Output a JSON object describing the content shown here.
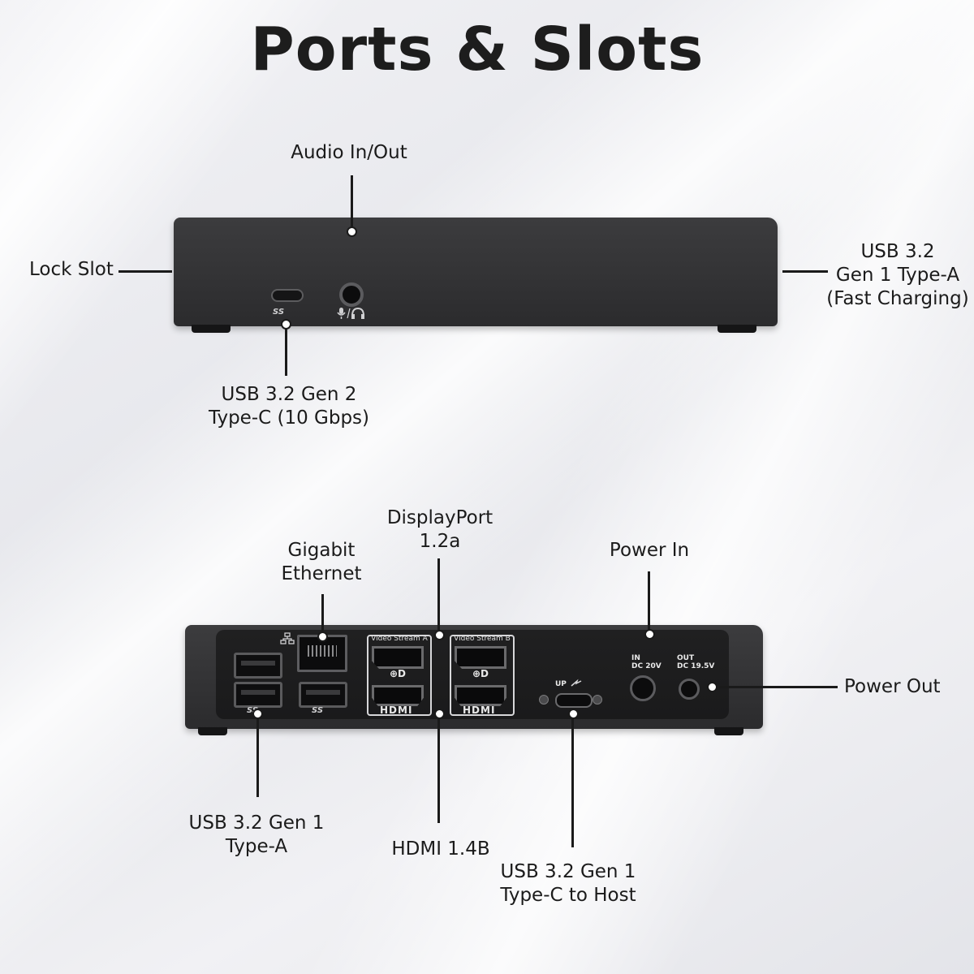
{
  "title": "Ports & Slots",
  "top_view": {
    "labels": {
      "audio": "Audio In/Out",
      "lock": "Lock Slot",
      "usba_fast_l1": "USB 3.2",
      "usba_fast_l2": "Gen 1 Type-A",
      "usba_fast_l3": "(Fast Charging)",
      "usbc_gen2_l1": "USB 3.2 Gen 2",
      "usbc_gen2_l2": "Type-C (10 Gbps)"
    }
  },
  "bottom_view": {
    "labels": {
      "ethernet_l1": "Gigabit",
      "ethernet_l2": "Ethernet",
      "dp_l1": "DisplayPort",
      "dp_l2": "1.2a",
      "power_in": "Power In",
      "power_out": "Power Out",
      "usba_l1": "USB 3.2 Gen 1",
      "usba_l2": "Type-A",
      "hdmi": "HDMI 1.4B",
      "usbc_host_l1": "USB 3.2 Gen 1",
      "usbc_host_l2": "Type-C to Host"
    },
    "device_text": {
      "video_a": "Video Stream A",
      "video_b": "Video Stream B",
      "hdmi_logo": "HDMI",
      "up": "UP",
      "in_l1": "IN",
      "in_l2": "DC 20V",
      "out_l1": "OUT",
      "out_l2": "DC 19.5V",
      "ss": "SS",
      "ss10": "SS"
    }
  }
}
